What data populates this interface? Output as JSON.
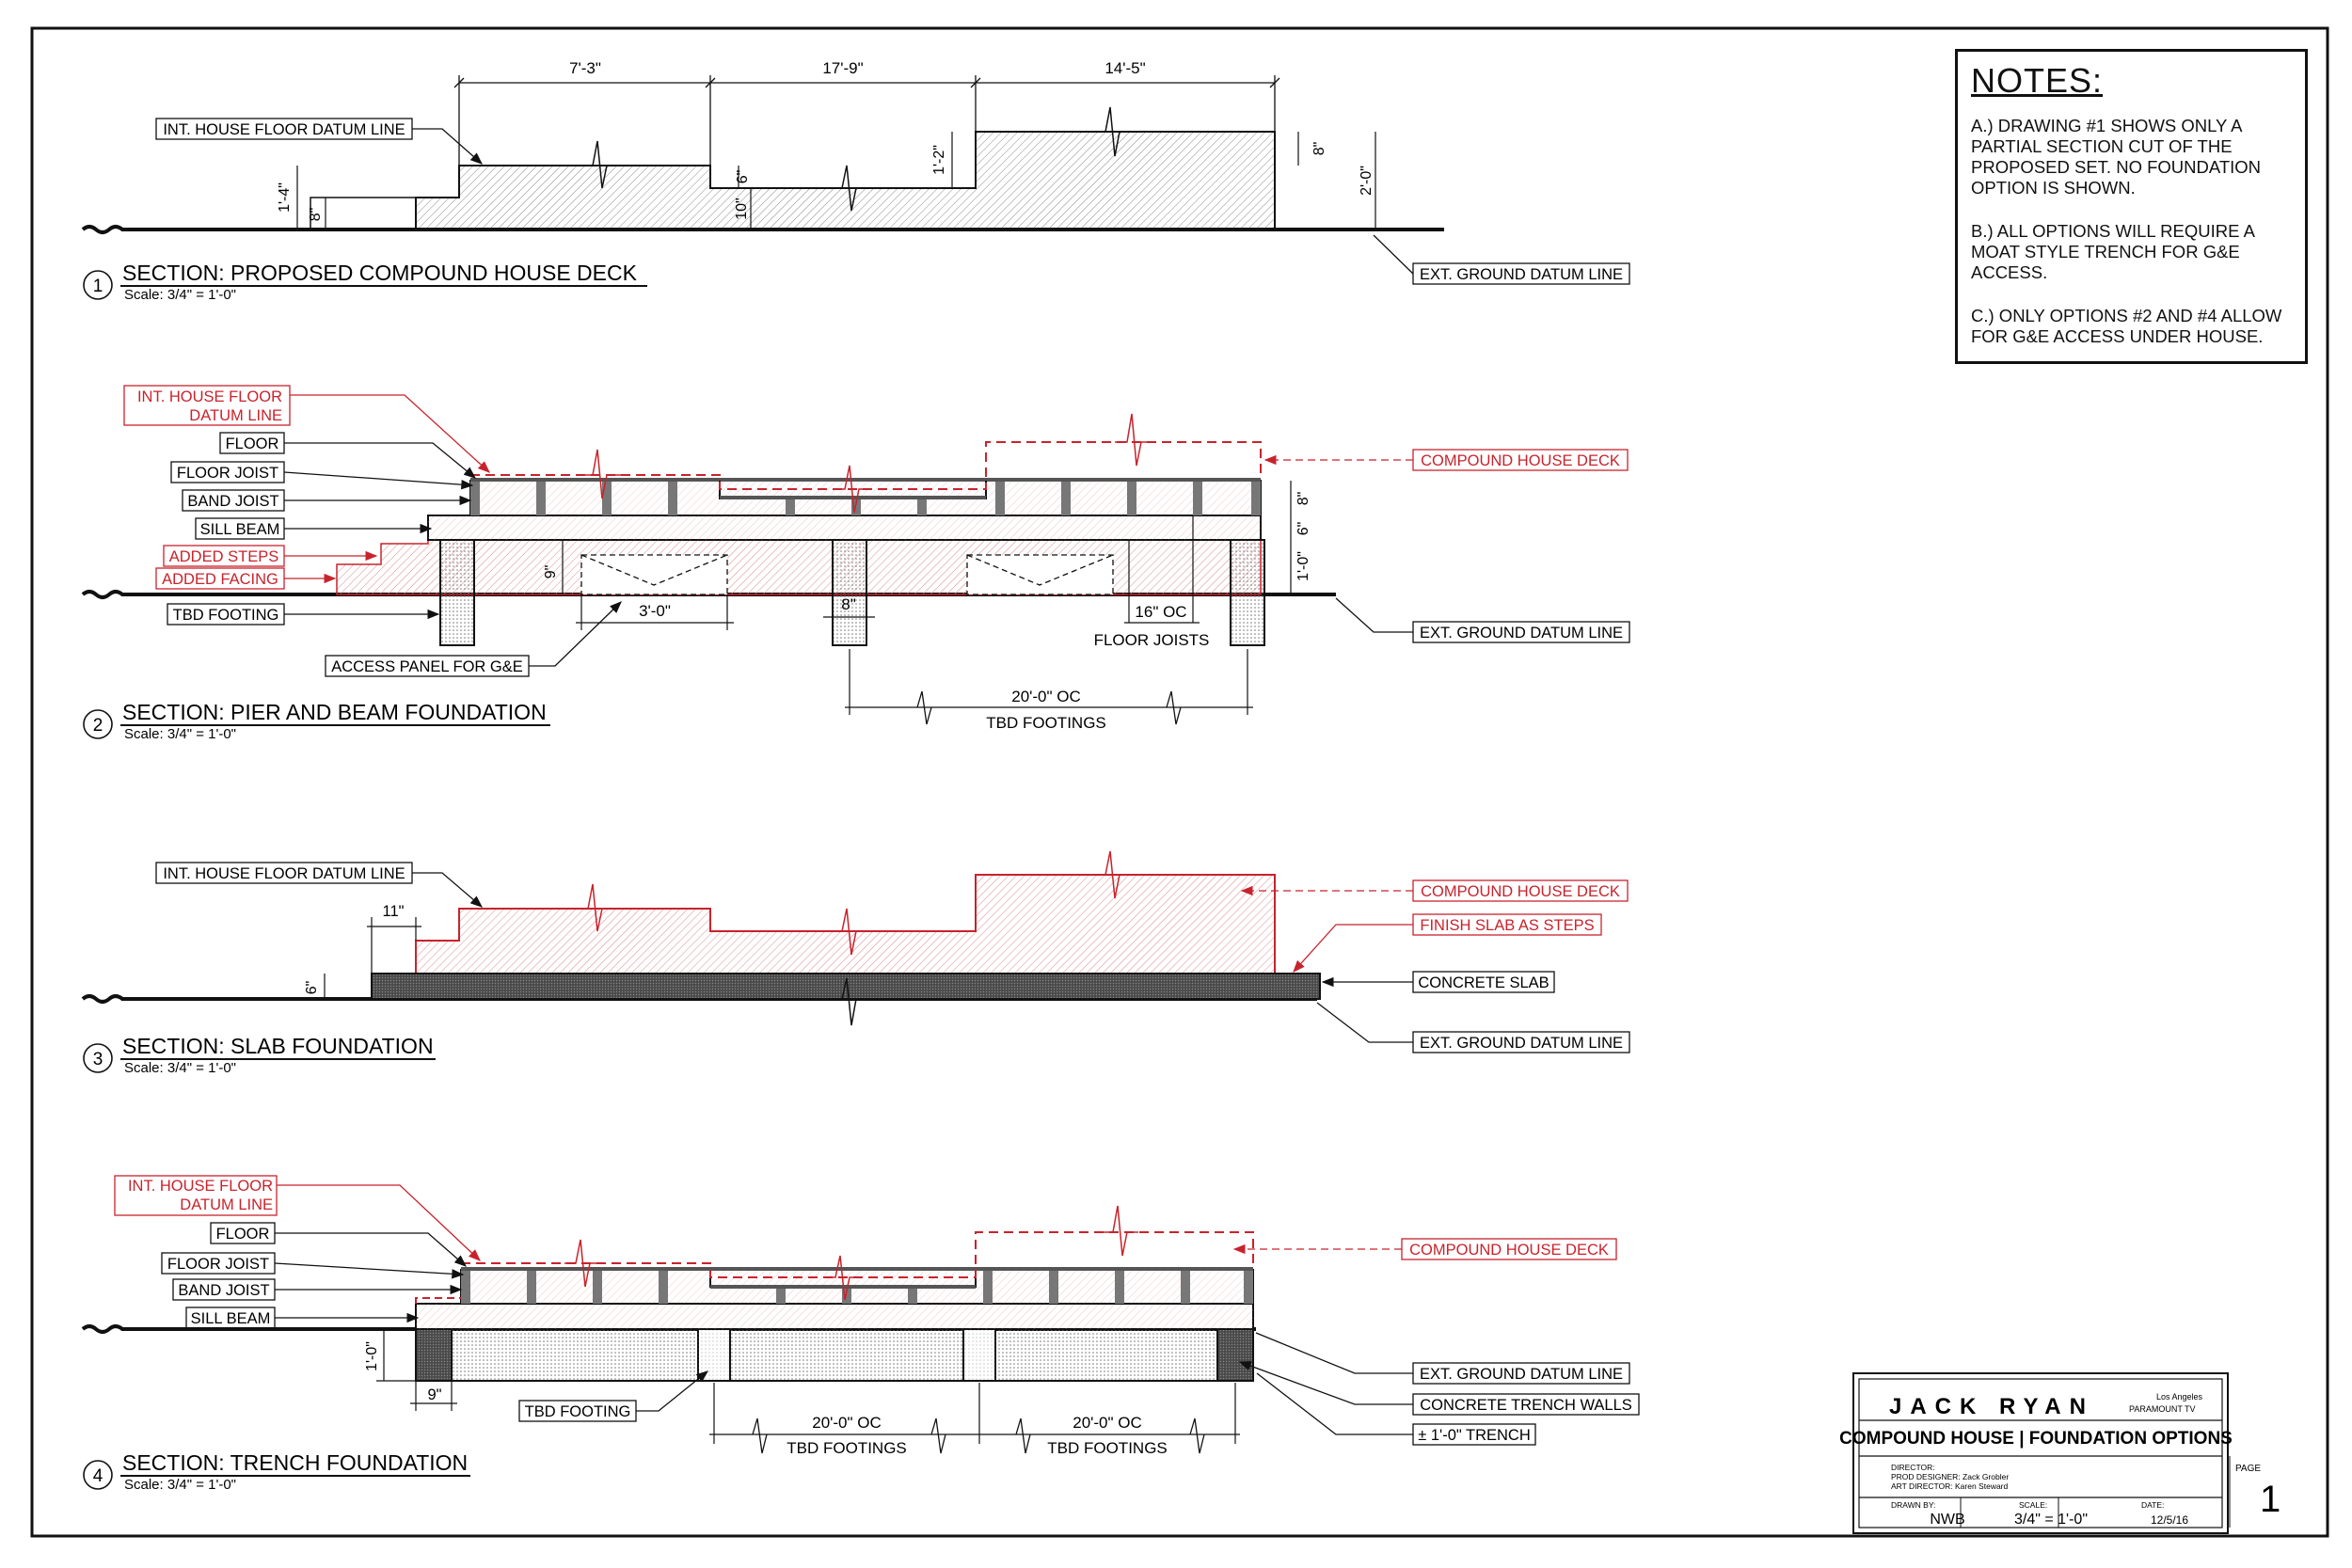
{
  "notes": {
    "title": "NOTES:",
    "items": [
      "A.) DRAWING #1 SHOWS ONLY A PARTIAL SECTION CUT OF THE PROPOSED SET. NO FOUNDATION OPTION IS SHOWN.",
      "B.) ALL OPTIONS WILL REQUIRE A MOAT STYLE TRENCH FOR G&E ACCESS.",
      "C.) ONLY OPTIONS #2 AND #4 ALLOW FOR G&E ACCESS UNDER HOUSE."
    ]
  },
  "sections": [
    {
      "number": "1",
      "title": "SECTION: PROPOSED COMPOUND HOUSE DECK",
      "scale": "Scale: 3/4\" = 1'-0\""
    },
    {
      "number": "2",
      "title": "SECTION: PIER AND BEAM FOUNDATION",
      "scale": "Scale: 3/4\" = 1'-0\""
    },
    {
      "number": "3",
      "title": "SECTION: SLAB FOUNDATION",
      "scale": "Scale: 3/4\" = 1'-0\""
    },
    {
      "number": "4",
      "title": "SECTION: TRENCH FOUNDATION",
      "scale": "Scale: 3/4\" = 1'-0\""
    }
  ],
  "s1": {
    "dims_top": [
      "7'-3\"",
      "17'-9\"",
      "14'-5\""
    ],
    "dims_v": [
      "1'-4\"",
      "8\"",
      "6\"",
      "10\"",
      "1'-2\"",
      "8\"",
      "2'-0\""
    ],
    "label_floor": "INT. HOUSE FLOOR DATUM LINE",
    "label_ground": "EXT. GROUND DATUM LINE"
  },
  "s2": {
    "int_floor_1": "INT. HOUSE FLOOR",
    "int_floor_2": "DATUM LINE",
    "floor": "FLOOR",
    "floor_joist": "FLOOR JOIST",
    "band_joist": "BAND JOIST",
    "sill_beam": "SILL BEAM",
    "added_steps": "ADDED STEPS",
    "added_facing": "ADDED FACING",
    "tbd_footing": "TBD FOOTING",
    "access_panel": "ACCESS PANEL FOR G&E",
    "compound_deck": "COMPOUND HOUSE DECK",
    "ground": "EXT. GROUND DATUM LINE",
    "dim_9": "9\"",
    "dim_3": "3'-0\"",
    "dim_8w": "8\"",
    "dim_16": "16\" OC",
    "floor_joists": "FLOOR JOISTS",
    "dim_20": "20'-0\" OC",
    "tbd_footings": "TBD FOOTINGS",
    "dim_v8": "8\"",
    "dim_v6": "6\"",
    "dim_v10": "1'-0\""
  },
  "s3": {
    "label_floor": "INT. HOUSE FLOOR DATUM LINE",
    "dim_11": "11\"",
    "dim_6": "6\"",
    "compound_deck": "COMPOUND HOUSE DECK",
    "finish_slab": "FINISH SLAB AS STEPS",
    "concrete_slab": "CONCRETE SLAB",
    "ground": "EXT. GROUND DATUM LINE"
  },
  "s4": {
    "int_floor_1": "INT. HOUSE FLOOR",
    "int_floor_2": "DATUM LINE",
    "floor": "FLOOR",
    "floor_joist": "FLOOR JOIST",
    "band_joist": "BAND JOIST",
    "sill_beam": "SILL BEAM",
    "compound_deck": "COMPOUND HOUSE DECK",
    "ground": "EXT. GROUND DATUM LINE",
    "trench_walls": "CONCRETE TRENCH WALLS",
    "trench": "± 1'-0\" TRENCH",
    "tbd_footing": "TBD FOOTING",
    "dim_10": "1'-0\"",
    "dim_9": "9\"",
    "dim_20a": "20'-0\" OC",
    "dim_20b": "20'-0\" OC",
    "tbd_footings_a": "TBD FOOTINGS",
    "tbd_footings_b": "TBD FOOTINGS"
  },
  "title_block": {
    "show": "JACK RYAN",
    "city": "Los Angeles",
    "studio": "PARAMOUNT TV",
    "drawing_title": "COMPOUND HOUSE | FOUNDATION OPTIONS",
    "director_label": "DIRECTOR:",
    "prod_designer": "PROD DESIGNER:  Zack Grobler",
    "art_director": "ART DIRECTOR:  Karen Steward",
    "drawn_by_label": "DRAWN BY:",
    "drawn_by": "NWB",
    "scale_label": "SCALE:",
    "scale": "3/4\" = 1'-0\"",
    "date_label": "DATE:",
    "date": "12/5/16",
    "page_label": "PAGE",
    "page": "1"
  },
  "colors": {
    "red": "#c8232c",
    "black": "#111111",
    "hatch": "#9a9a9a",
    "concrete": "#555555"
  }
}
